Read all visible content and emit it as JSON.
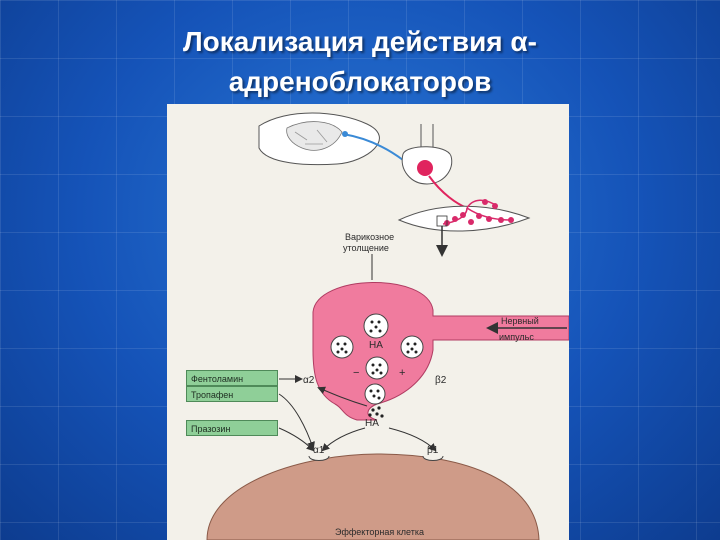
{
  "slide": {
    "title_line1": "Локализация действия α-",
    "title_line2": "адреноблокаторов"
  },
  "figure": {
    "varicose_label_1": "Варикозное",
    "varicose_label_2": "утолщение",
    "impulse_label_1": "Нервный",
    "impulse_label_2": "импульс",
    "na_top": "НА",
    "na_bottom": "НА",
    "alpha2": "α2",
    "beta2": "β2",
    "alpha1": "α1",
    "beta1": "β1",
    "minus": "−",
    "plus": "+",
    "drug_1": "Фентоламин",
    "drug_2": "Тропафен",
    "drug_3": "Празозин",
    "effector": "Эффекторная клетка"
  },
  "colors": {
    "background": "#1553b8",
    "terminal": "#f07b9e",
    "effector_cell": "#cf9b88",
    "drug_box": "#8fcf98"
  }
}
